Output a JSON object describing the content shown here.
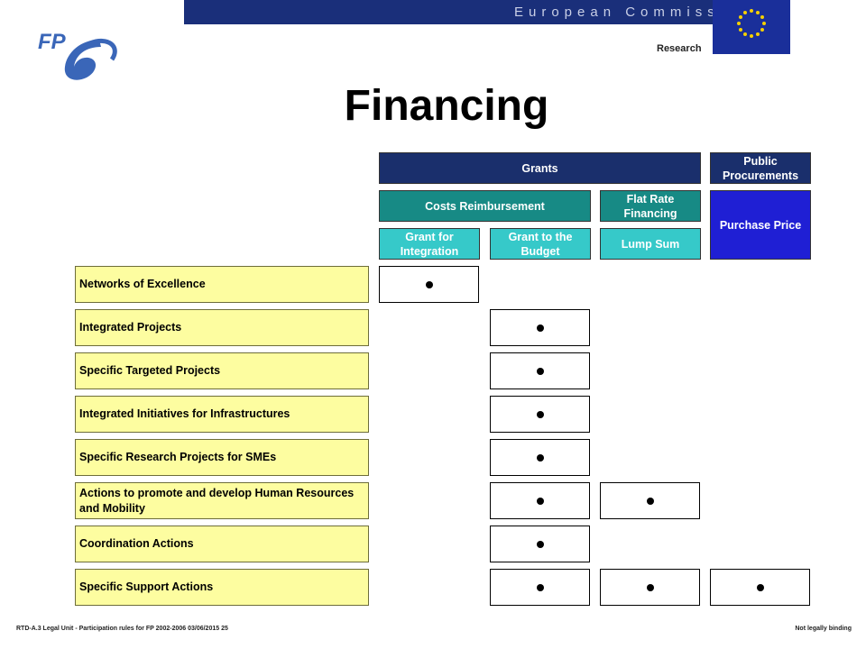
{
  "header": {
    "commission": "European Commission",
    "research": "Research",
    "logo_text": "FP6"
  },
  "title": "Financing",
  "columns": {
    "grants": "Grants",
    "public_procurements": "Public Procurements",
    "costs_reimbursement": "Costs Reimbursement",
    "flat_rate_financing": "Flat Rate Financing",
    "purchase_price": "Purchase Price",
    "grant_for_integration": "Grant for Integration",
    "grant_to_the_budget": "Grant to the Budget",
    "lump_sum": "Lump Sum"
  },
  "rows": [
    {
      "label": "Networks of Excellence",
      "marks": [
        true,
        false,
        false,
        false
      ]
    },
    {
      "label": "Integrated Projects",
      "marks": [
        false,
        true,
        false,
        false
      ]
    },
    {
      "label": "Specific Targeted Projects",
      "marks": [
        false,
        true,
        false,
        false
      ]
    },
    {
      "label": "Integrated Initiatives for Infrastructures",
      "marks": [
        false,
        true,
        false,
        false
      ]
    },
    {
      "label": "Specific Research Projects for SMEs",
      "marks": [
        false,
        true,
        false,
        false
      ]
    },
    {
      "label": "Actions to promote and develop Human Resources and Mobility",
      "marks": [
        false,
        true,
        true,
        false
      ]
    },
    {
      "label": "Coordination Actions",
      "marks": [
        false,
        true,
        false,
        false
      ]
    },
    {
      "label": "Specific Support Actions",
      "marks": [
        false,
        true,
        true,
        true
      ]
    }
  ],
  "footer": {
    "left": "RTD-A.3 Legal Unit - Participation rules for FP 2002-2006   03/06/2015   25",
    "right": "Not legally binding"
  },
  "colors": {
    "dark_navy": "#1a2f6c",
    "teal": "#178a85",
    "cyan": "#36c9c9",
    "blue": "#1f1fd4",
    "row_yellow": "#fdfda0"
  }
}
